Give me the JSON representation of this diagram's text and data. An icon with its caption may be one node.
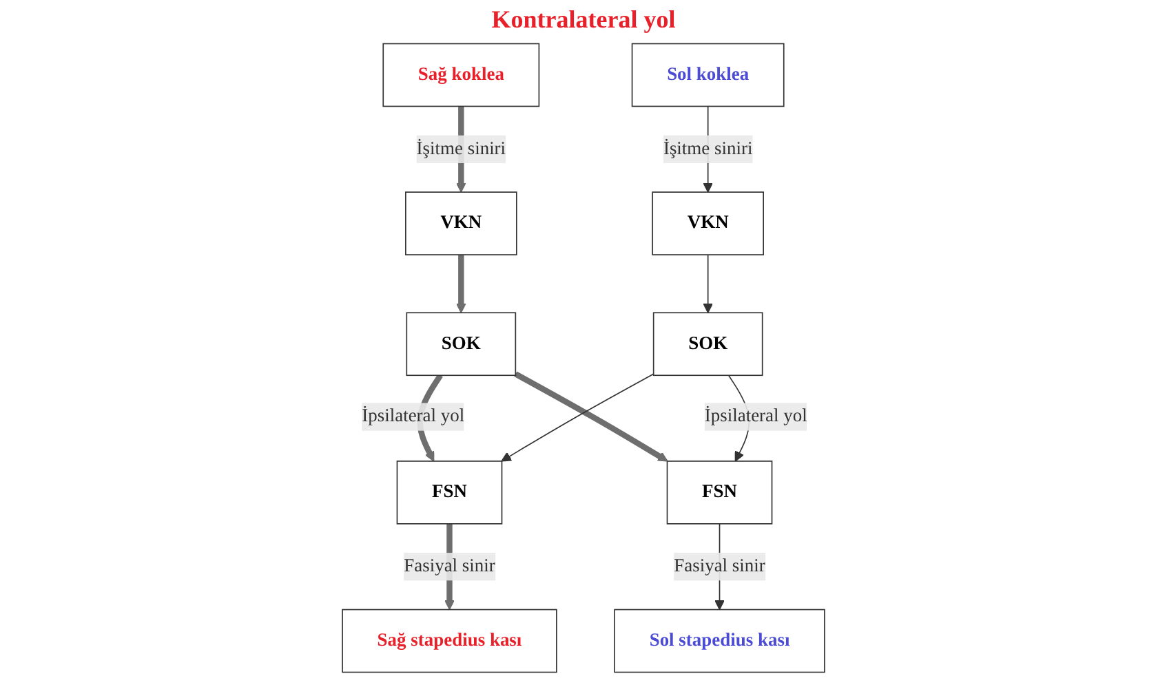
{
  "diagram": {
    "nodes": [
      {
        "text": [
          "SOK"
        ]
      },
      {
        "text": [
          "VKN"
        ]
      },
      {
        "text": [
          "FSN"
        ]
      },
      {
        "text": [
          "FSN"
        ]
      },
      {
        "text": [
          "VKN"
        ]
      },
      {
        "text": [
          "SOK"
        ]
      },
      {
        "text": [
          "Sağ koklea"
        ]
      },
      {
        "text": [
          "Sağ stapedius kası"
        ]
      },
      {
        "text": [
          "Sol stapedius kası"
        ]
      },
      {
        "text": [
          "Sol koklea"
        ]
      }
    ],
    "edges": [
      {
        "from": 6,
        "to": 1,
        "arrow": "to",
        "label": "İşitme siniri",
        "style": "thick",
        "color": "#6e6e6e"
      },
      {
        "from": 1,
        "to": 0,
        "arrow": "to",
        "style": "thick",
        "color": "#6e6e6e"
      },
      {
        "from": 0,
        "to": 2,
        "arrow": "to",
        "label": "İpsilateral yol",
        "style": "thick",
        "color": "#6e6e6e"
      },
      {
        "from": 0,
        "to": 3,
        "arrow": "to",
        "style": "thick",
        "color": "#6e6e6e"
      },
      {
        "from": 2,
        "to": 7,
        "arrow": "to",
        "label": "Fasiyal sinir",
        "style": "thick",
        "color": "#6e6e6e"
      },
      {
        "from": 9,
        "to": 4,
        "arrow": "to",
        "label": "İşitme siniri"
      },
      {
        "from": 4,
        "to": 5,
        "arrow": "to"
      },
      {
        "from": 5,
        "to": 3,
        "arrow": "to",
        "label": "İpsilateral yol"
      },
      {
        "from": 5,
        "to": 2,
        "arrow": "to"
      },
      {
        "from": 3,
        "to": 8,
        "arrow": "to",
        "label": "Fasiyal sinir"
      }
    ],
    "labels": [
      "Kontralateral yol"
    ]
  }
}
